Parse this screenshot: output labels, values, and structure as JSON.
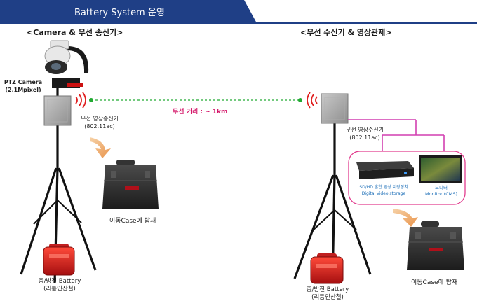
{
  "header": {
    "title": "Battery System 운영",
    "colors": {
      "bar": "#1f3f86",
      "line": "#1f3f86"
    }
  },
  "left_section": {
    "title": "<Camera & 무선 송신기>",
    "ptz_camera": {
      "line1": "PTZ Camera",
      "line2": "(2.1Mpixel)"
    },
    "transmitter": {
      "line1": "무선 영상송신기",
      "line2": "(802.11ac)"
    },
    "case_label": "이동Case에  탑재",
    "battery": {
      "line1": "충/방전 Battery",
      "line2": "(리튬인산철)"
    }
  },
  "link": {
    "label": "무선 거리 : ~ 1km",
    "colors": {
      "line": "#22aa33",
      "text": "#d4186a",
      "signal": "#e02020"
    }
  },
  "right_section": {
    "title": "<무선 수신기 & 영상관제>",
    "receiver": {
      "line1": "무선 영상수신기",
      "line2": "(802.11ac)"
    },
    "storage": {
      "line1": "SD/HD 혼합 영상 저장장치",
      "line2": "Digital video storage"
    },
    "monitor": {
      "line1": "모니터",
      "line2": "Monitor (CMS)"
    },
    "case_label": "이동Case에  탑재",
    "battery": {
      "line1": "충/방전 Battery",
      "line2": "(리튬인산철)"
    },
    "colors": {
      "connector": "#d23fb0",
      "callout": "#e23c8e",
      "device_text": "#1d6fb8"
    }
  }
}
